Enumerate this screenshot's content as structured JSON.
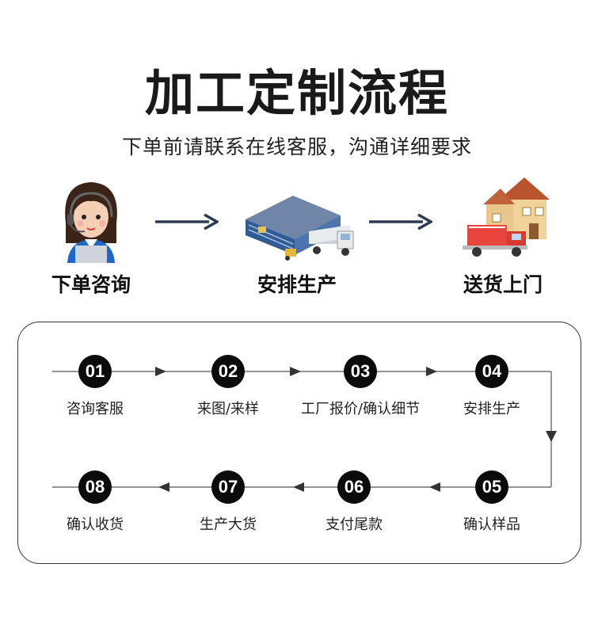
{
  "title": "加工定制流程",
  "subtitle": "下单前请联系在线客服，沟通详细要求",
  "top_steps": [
    {
      "label": "下单咨询",
      "icon": "customer-service-agent-icon"
    },
    {
      "label": "安排生产",
      "icon": "factory-truck-icon"
    },
    {
      "label": "送货上门",
      "icon": "house-delivery-truck-icon"
    }
  ],
  "process_steps": [
    {
      "num": "01",
      "label": "咨询客服"
    },
    {
      "num": "02",
      "label": "来图/来样"
    },
    {
      "num": "03",
      "label": "工厂报价/确认细节"
    },
    {
      "num": "04",
      "label": "安排生产"
    },
    {
      "num": "05",
      "label": "确认样品"
    },
    {
      "num": "06",
      "label": "支付尾款"
    },
    {
      "num": "07",
      "label": "生产大货"
    },
    {
      "num": "08",
      "label": "确认收货"
    }
  ]
}
